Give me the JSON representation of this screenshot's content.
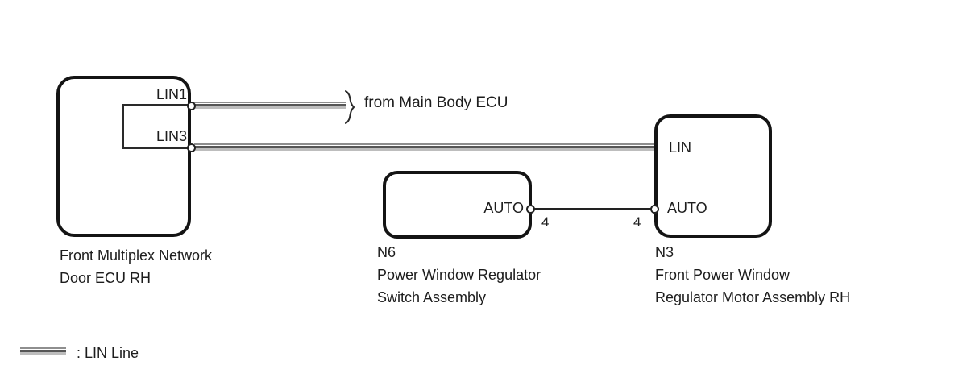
{
  "diagram": {
    "ecu": {
      "pin1": "LIN1",
      "pin2": "LIN3",
      "caption1": "Front Multiplex Network",
      "caption2": "Door ECU RH"
    },
    "n6": {
      "code": "N6",
      "pin_auto": "AUTO",
      "pin_number": "4",
      "caption1": "Power Window Regulator",
      "caption2": "Switch Assembly"
    },
    "n3": {
      "code": "N3",
      "pin_lin": "LIN",
      "pin_auto": "AUTO",
      "pin_number": "4",
      "caption1": "Front Power Window",
      "caption2": "Regulator Motor Assembly RH"
    },
    "annotations": {
      "from_main_body_ecu": "from Main Body ECU"
    },
    "legend": {
      "lin_line": ": LIN Line"
    },
    "colors": {
      "box_border": "#141414",
      "text": "#1d1d1d",
      "plain_wire": "#222222",
      "lin_wire_stripes": [
        "#8e8e8e",
        "#ffffff",
        "#565656",
        "#bdbdbd"
      ]
    }
  }
}
